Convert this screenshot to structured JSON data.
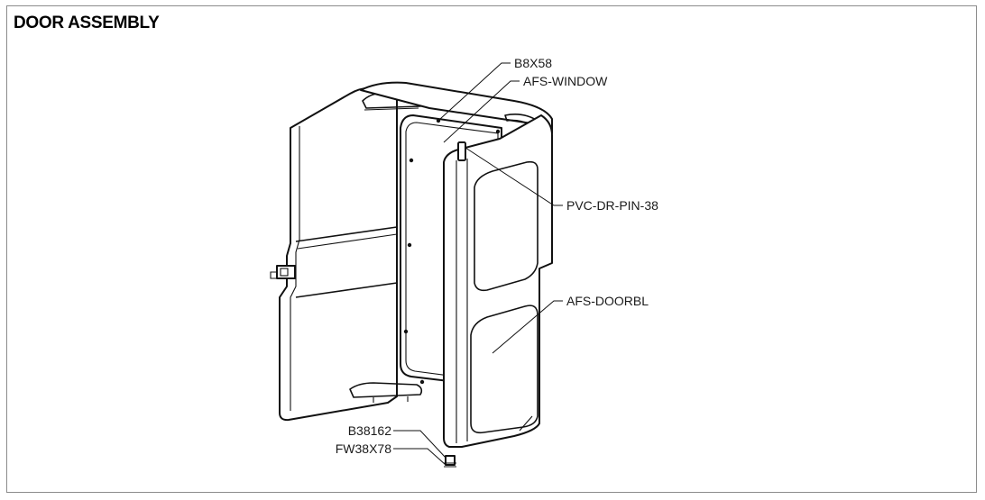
{
  "title": "DOOR ASSEMBLY",
  "callouts": {
    "bolt": "B8X58",
    "window": "AFS-WINDOW",
    "pin": "PVC-DR-PIN-38",
    "door": "AFS-DOORBL",
    "hinge_bolt": "B38162",
    "washer": "FW38X78"
  },
  "colors": {
    "line": "#111111",
    "frame": "#8c8c8c",
    "background": "#ffffff"
  }
}
